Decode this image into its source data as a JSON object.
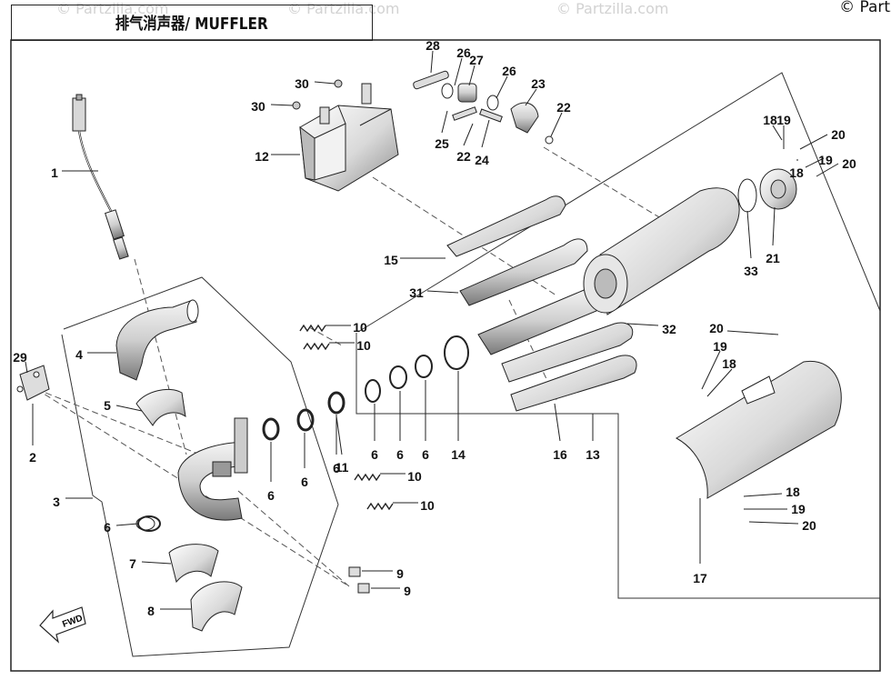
{
  "page": {
    "title": "排气消声器/ MUFFLER",
    "copyright": "© Partz",
    "watermark": "© Partzilla.com"
  },
  "parts": [
    {
      "label": "1"
    },
    {
      "label": "2"
    },
    {
      "label": "3"
    },
    {
      "label": "4"
    },
    {
      "label": "5"
    },
    {
      "label": "6"
    },
    {
      "label": "6"
    },
    {
      "label": "6"
    },
    {
      "label": "6"
    },
    {
      "label": "6"
    },
    {
      "label": "6"
    },
    {
      "label": "6"
    },
    {
      "label": "7"
    },
    {
      "label": "8"
    },
    {
      "label": "9"
    },
    {
      "label": "9"
    },
    {
      "label": "10"
    },
    {
      "label": "10"
    },
    {
      "label": "10"
    },
    {
      "label": "10"
    },
    {
      "label": "11"
    },
    {
      "label": "12"
    },
    {
      "label": "13"
    },
    {
      "label": "14"
    },
    {
      "label": "15"
    },
    {
      "label": "16"
    },
    {
      "label": "17"
    },
    {
      "label": "18"
    },
    {
      "label": "18"
    },
    {
      "label": "18"
    },
    {
      "label": "18"
    },
    {
      "label": "19"
    },
    {
      "label": "19"
    },
    {
      "label": "19"
    },
    {
      "label": "19"
    },
    {
      "label": "20"
    },
    {
      "label": "20"
    },
    {
      "label": "20"
    },
    {
      "label": "20"
    },
    {
      "label": "21"
    },
    {
      "label": "22"
    },
    {
      "label": "22"
    },
    {
      "label": "23"
    },
    {
      "label": "24"
    },
    {
      "label": "25"
    },
    {
      "label": "26"
    },
    {
      "label": "26"
    },
    {
      "label": "27"
    },
    {
      "label": "28"
    },
    {
      "label": "29"
    },
    {
      "label": "30"
    },
    {
      "label": "30"
    },
    {
      "label": "31"
    },
    {
      "label": "32"
    },
    {
      "label": "33"
    }
  ],
  "fwd_label": "FWD"
}
